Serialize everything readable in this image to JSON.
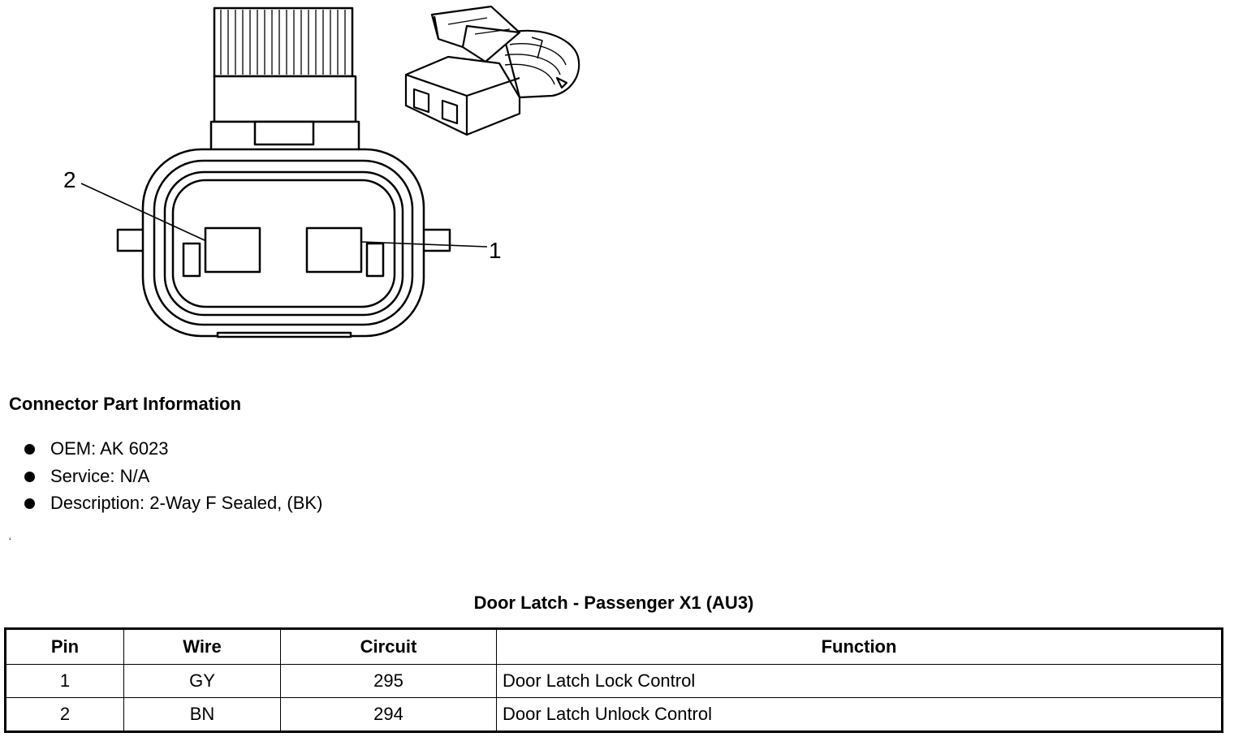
{
  "diagram": {
    "callouts": [
      {
        "label": "2"
      },
      {
        "label": "1"
      }
    ]
  },
  "connector_info": {
    "title": "Connector Part Information",
    "items": [
      "OEM: AK 6023",
      "Service: N/A",
      "Description: 2-Way F Sealed, (BK)"
    ],
    "stray_mark": "‘"
  },
  "table": {
    "title": "Door Latch - Passenger X1 (AU3)",
    "headers": [
      "Pin",
      "Wire",
      "Circuit",
      "Function"
    ],
    "rows": [
      [
        "1",
        "GY",
        "295",
        "Door Latch Lock Control"
      ],
      [
        "2",
        "BN",
        "294",
        "Door Latch Unlock Control"
      ]
    ]
  }
}
